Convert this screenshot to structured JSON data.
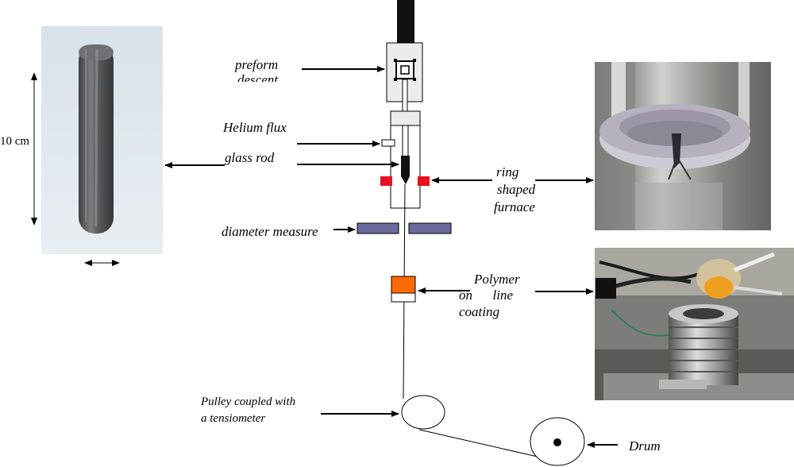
{
  "labels": {
    "preform_line1": "preform",
    "preform_line2": "descent",
    "helium": "Helium flux",
    "glass_rod": "glass rod",
    "ring1": "ring",
    "ring2": "shaped",
    "ring3": "furnace",
    "diameter": "diameter measure",
    "poly1": "Polymer",
    "poly2": "on      line",
    "poly3": "coating",
    "pulley1": "Pulley coupled with",
    "pulley2": "a tensiometer",
    "drum": "Drum",
    "length": "10 cm"
  },
  "colors": {
    "furnace_red": "#e8101e",
    "measure_blue": "#6a6a9c",
    "coating_orange": "#ff6a00",
    "preform_grey": "#5d6062",
    "photo_bg_left": "#dfe6ec"
  }
}
